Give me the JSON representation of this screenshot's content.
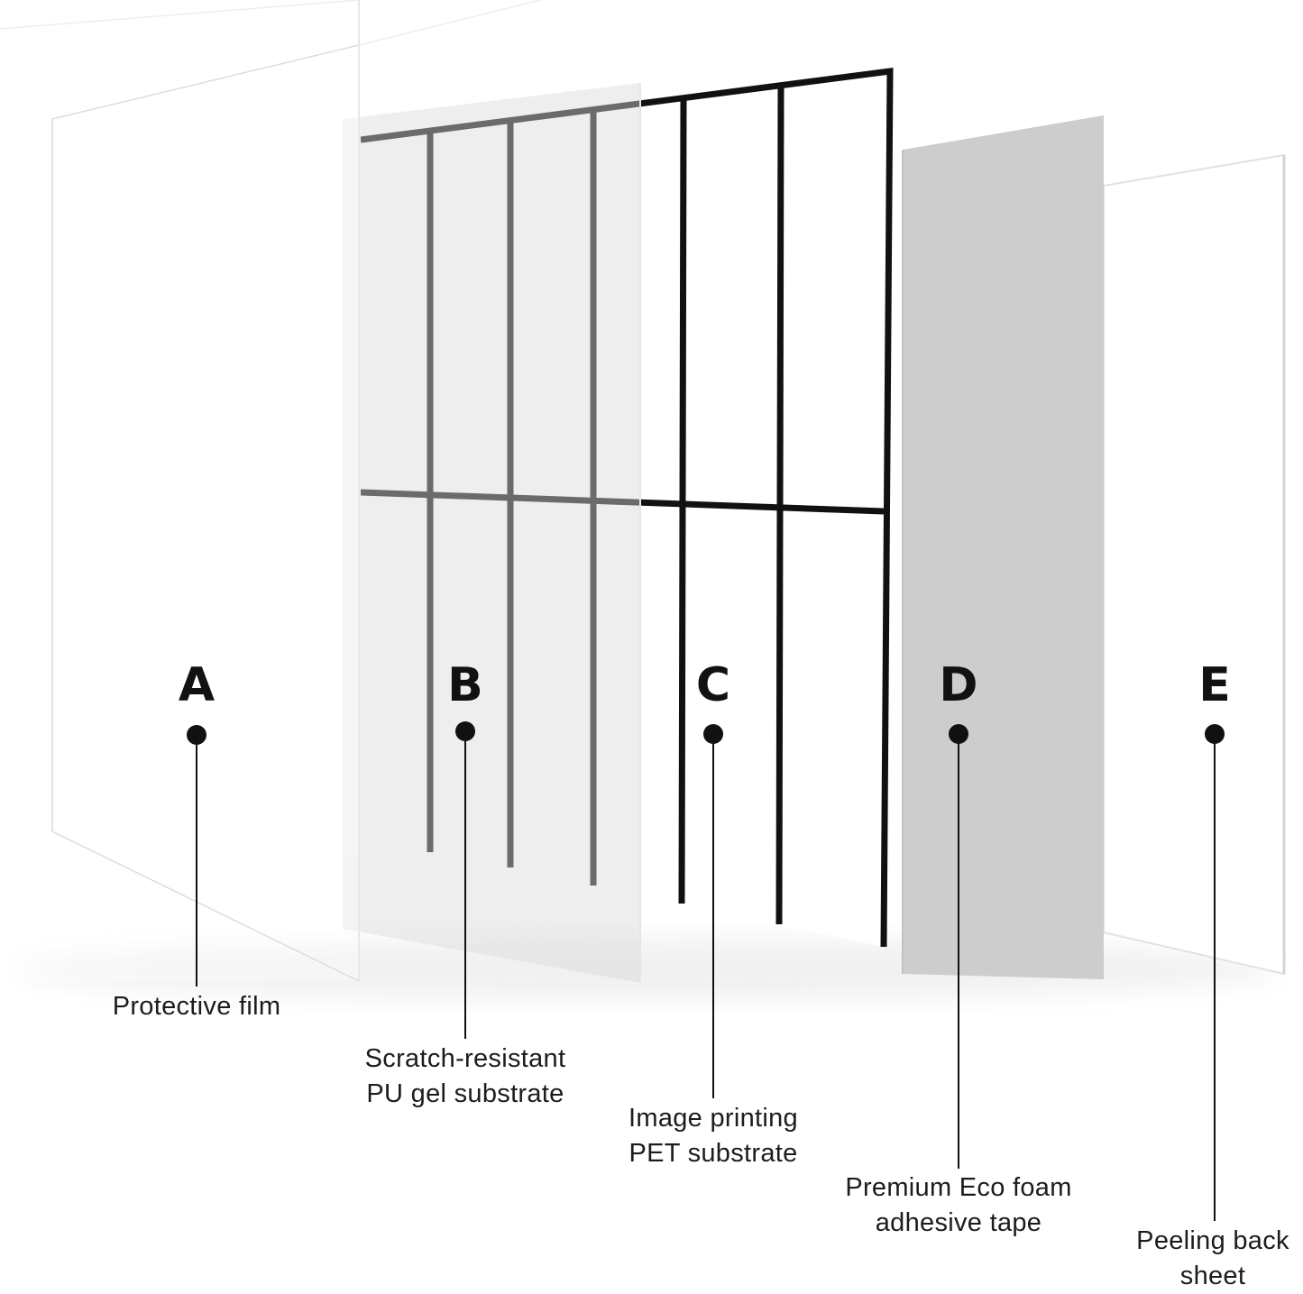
{
  "layers": [
    {
      "letter": "A",
      "caption_lines": [
        "Protective film"
      ]
    },
    {
      "letter": "B",
      "caption_lines": [
        "Scratch-resistant",
        "PU gel substrate"
      ]
    },
    {
      "letter": "C",
      "caption_lines": [
        "Image printing",
        "PET substrate"
      ]
    },
    {
      "letter": "D",
      "caption_lines": [
        "Premium Eco foam",
        "adhesive tape"
      ]
    },
    {
      "letter": "E",
      "caption_lines": [
        "Peeling back",
        "sheet"
      ]
    }
  ],
  "colors": {
    "grid_line": "#111111",
    "foam_layer": "#cdcdcd",
    "gel_layer": "#ececec",
    "film_border": "#dcdcdc",
    "label_text": "#1c1c1c"
  }
}
